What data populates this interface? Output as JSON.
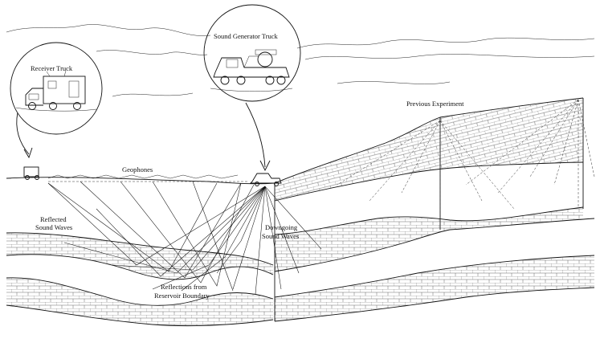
{
  "labels": {
    "receiver_truck": "Receiver Truck",
    "sound_generator_truck": "Sound Generator Truck",
    "geophones": "Geophones",
    "previous_experiment": "Previous Experiment",
    "reflected_line1": "Reflected",
    "reflected_line2": "Sound Waves",
    "downgoing_line1": "Downgoing",
    "downgoing_line2": "Sound Waves",
    "reflections_line1": "Reflections from",
    "reflections_line2": "Reservoir Boundary"
  },
  "icons": {
    "receiver_truck": "box-truck-icon",
    "sound_generator_truck": "vibrator-truck-icon"
  },
  "colors": {
    "ink": "#111111",
    "paper": "#ffffff"
  }
}
